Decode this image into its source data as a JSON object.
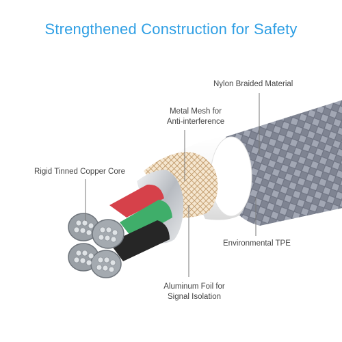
{
  "title": "Strengthened Construction for Safety",
  "labels": {
    "nylon": "Nylon Braided Material",
    "mesh_line1": "Metal Mesh for",
    "mesh_line2": "Anti-interference",
    "copper": "Rigid Tinned Copper Core",
    "tpe": "Environmental TPE",
    "foil_line1": "Aluminum Foil for",
    "foil_line2": "Signal Isolation"
  },
  "colors": {
    "title": "#2f9fe4",
    "braid": "#8a8f9c",
    "tpe": "#f4f4f4",
    "mesh": "#c9a678",
    "foil": "#c8cbd0",
    "wire_red": "#d6414a",
    "wire_green": "#3fae6a",
    "wire_black": "#262626",
    "copper": "#aeb3b8"
  }
}
